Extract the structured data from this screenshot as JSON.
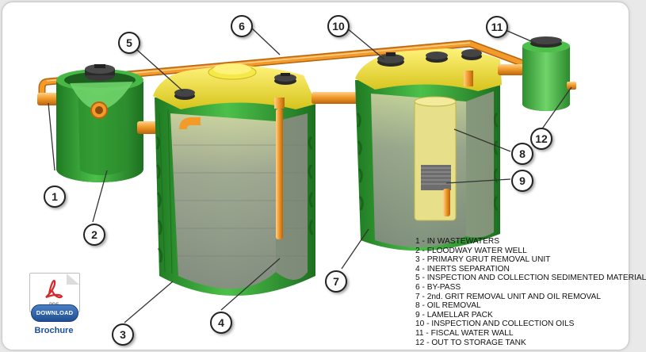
{
  "callouts": [
    "1",
    "2",
    "3",
    "4",
    "5",
    "6",
    "7",
    "8",
    "9",
    "10",
    "11",
    "12"
  ],
  "legend": [
    "1 - IN WASTEWATERS",
    "2 - FLOODWAY WATER WELL",
    "3 - PRIMARY GRUT REMOVAL UNIT",
    "4 - INERTS SEPARATION",
    "5 - INSPECTION AND COLLECTION SEDIMENTED MATERIAL",
    "6 - BY-PASS",
    "7 - 2nd. GRIT REMOVAL UNIT AND OIL REMOVAL",
    "8 - OIL REMOVAL",
    "9 - LAMELLAR PACK",
    "10 - INSPECTION AND COLLECTION OILS",
    "11 - FISCAL WATER WALL",
    "12 - OUT TO STORAGE TANK"
  ],
  "brochure": {
    "pdf_label": "PDF",
    "download_label": "DOWNLOAD",
    "label": "Brochure",
    "icon": "pdf-file-icon"
  },
  "colors": {
    "tank_green": "#3aa83a",
    "tank_dark_green": "#1f7a22",
    "lid_yellow": "#e8dc3a",
    "pipe_orange": "#f09a2a",
    "cap_black": "#2a2a2a",
    "content_grey": "#8d8d86"
  }
}
